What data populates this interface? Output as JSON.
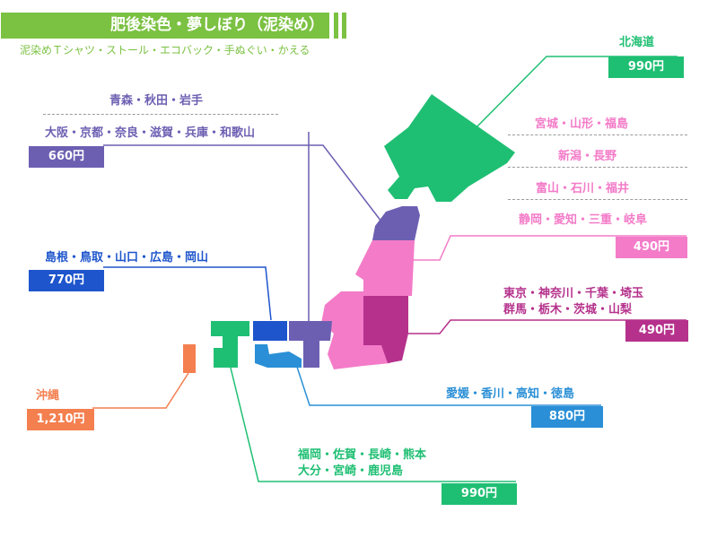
{
  "header": {
    "title": "肥後染色・夢しぼり（泥染め）",
    "subtitle": "泥染めＴシャツ・ストール・エコバック・手ぬぐい・かえる"
  },
  "colors": {
    "green_title": "#7bc142",
    "hokkaido": "#1fbf73",
    "tohoku": "#6c5fb2",
    "kinki": "#6c5fb2",
    "chugoku": "#1e55cc",
    "shikoku": "#2a8fd6",
    "kyushu": "#1fbf73",
    "okinawa": "#f47f4f",
    "chubu": "#f37bc8",
    "kanto": "#b5318c"
  },
  "regions": {
    "hokkaido": {
      "label": "北海道",
      "price": "990円"
    },
    "tohoku_kinki": {
      "label_tohoku": "青森・秋田・岩手",
      "label_kinki": "大阪・京都・奈良・滋賀・兵庫・和歌山",
      "price": "660円"
    },
    "chubu": {
      "label_1": "宮城・山形・福島",
      "label_2": "新潟・長野",
      "label_3": "富山・石川・福井",
      "label_4": "静岡・愛知・三重・岐阜",
      "price": "490円"
    },
    "kanto": {
      "label_1": "東京・神奈川・千葉・埼玉",
      "label_2": "群馬・栃木・茨城・山梨",
      "price": "490円"
    },
    "chugoku": {
      "label": "島根・鳥取・山口・広島・岡山",
      "price": "770円"
    },
    "okinawa": {
      "label": "沖縄",
      "price": "1,210円"
    },
    "shikoku": {
      "label": "愛媛・香川・高知・徳島",
      "price": "880円"
    },
    "kyushu": {
      "label_1": "福岡・佐賀・長崎・熊本",
      "label_2": "大分・宮崎・鹿児島",
      "price": "990円"
    }
  }
}
